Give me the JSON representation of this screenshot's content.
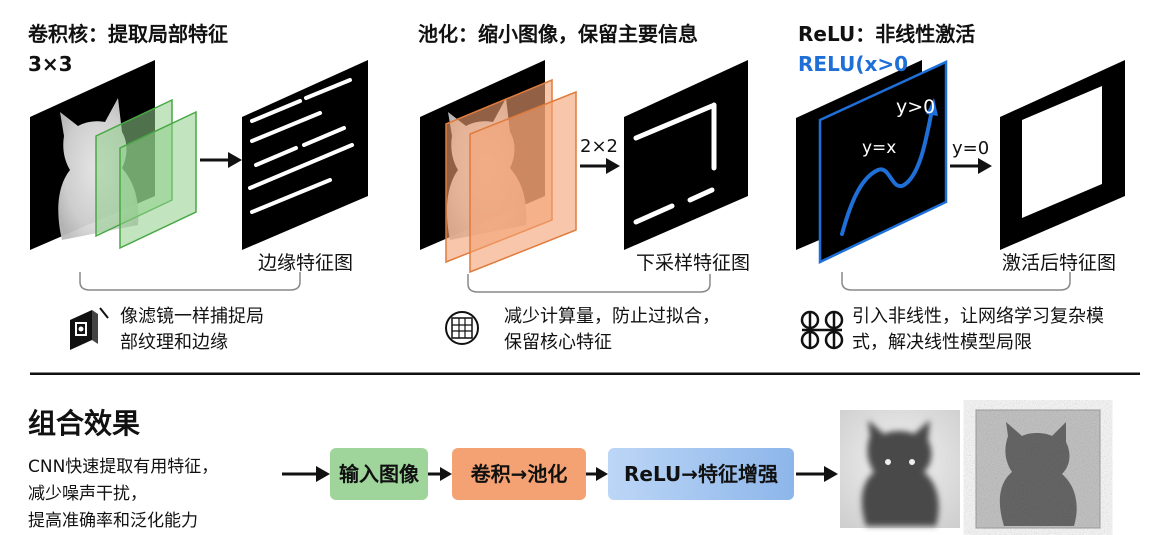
{
  "panels": {
    "conv": {
      "title": "卷积核：提取局部特征",
      "kernel_size": "3×3",
      "output_caption": "边缘特征图",
      "desc_lines": [
        "像滤镜一样捕捉局",
        "部纹理和边缘"
      ],
      "icon": "camera-lens-icon"
    },
    "pool": {
      "title": "池化：缩小图像，保留主要信息",
      "window_size": "2×2",
      "output_caption": "下采样特征图",
      "desc_lines": [
        "减少计算量，防止过拟合，",
        "保留核心特征"
      ],
      "icon": "grid-icon"
    },
    "relu": {
      "title": "ReLU：非线性激活",
      "formula": "RELU(x>0",
      "curve_label_pos": "y>0",
      "curve_label_mid": "y=x",
      "arrow_label": "y=0",
      "output_caption": "激活后特征图",
      "desc_lines": [
        "引入非线性，让网络学习复杂模",
        "式，解决线性模型局限"
      ],
      "icon": "command-knot-icon"
    }
  },
  "combined": {
    "title": "组合效果",
    "desc_lines": [
      "CNN快速提取有用特征，",
      "减少噪声干扰，",
      "提高准确率和泛化能力"
    ],
    "steps": [
      "输入图像",
      "卷积→池化",
      "ReLU→特征增强"
    ]
  },
  "colors": {
    "kernel_green": "#8fd08a",
    "pool_orange": "#f4a273",
    "relu_blue": "#1f6fd8"
  }
}
